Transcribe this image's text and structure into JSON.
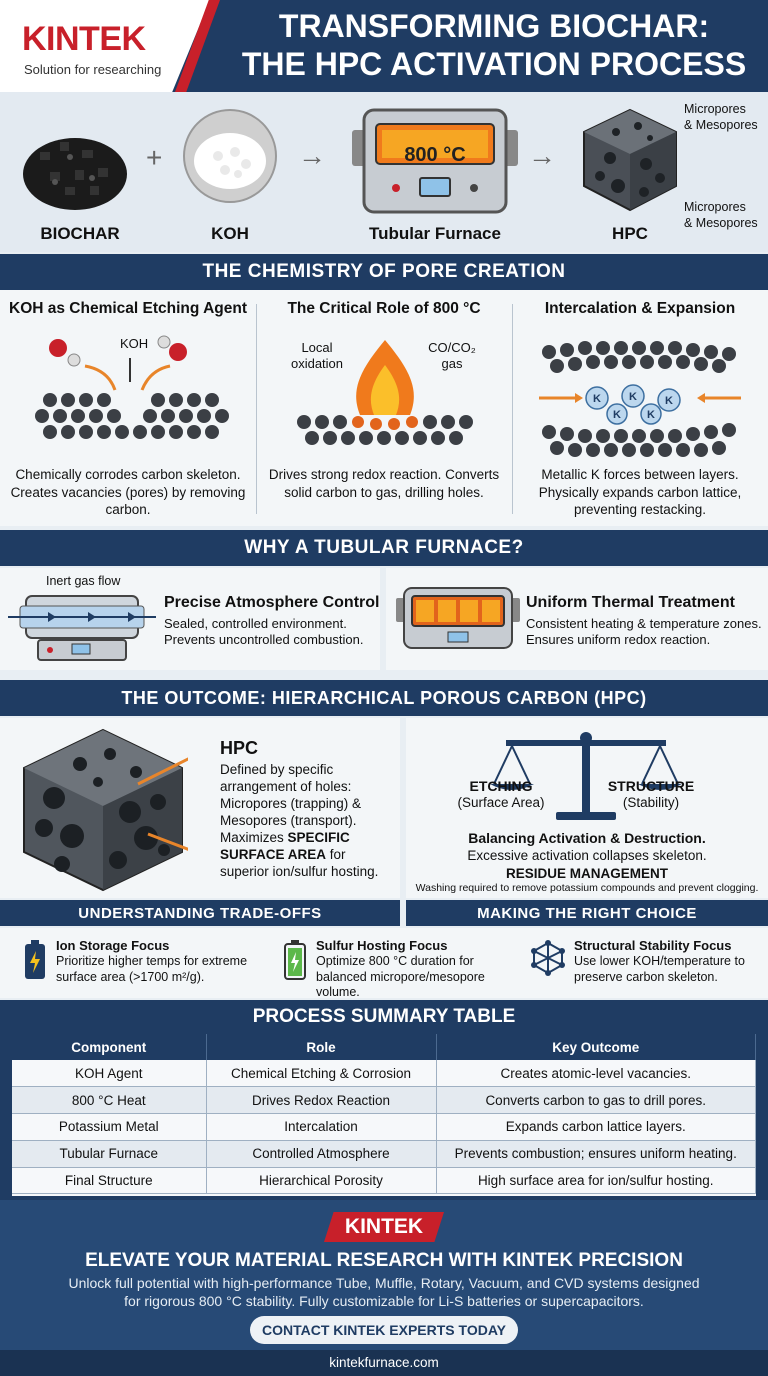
{
  "header": {
    "logo_text": "KINTEK",
    "tagline": "Solution for researching",
    "title_line1": "TRANSFORMING BIOCHAR:",
    "title_line2": "THE HPC ACTIVATION PROCESS"
  },
  "process": {
    "biochar": "BIOCHAR",
    "plus": "+",
    "koh": "KOH",
    "furnace": "Tubular Furnace",
    "furnace_temp": "800 °C",
    "hpc": "HPC",
    "pores_top": "Micropores\n& Mesopores",
    "pores_bottom": "Micropores\n& Mesopores"
  },
  "chemistry": {
    "heading": "THE CHEMISTRY OF PORE CREATION",
    "cols": [
      {
        "title": "KOH as Chemical Etching Agent",
        "tag": "KOH",
        "desc": "Chemically corrodes carbon skeleton. Creates vacancies (pores) by removing carbon."
      },
      {
        "title": "The Critical Role of 800 °C",
        "tag_left": "Local\noxidation",
        "tag_right": "CO/CO₂\ngas",
        "desc": "Drives strong redox reaction. Converts solid carbon to gas, drilling holes."
      },
      {
        "title": "Intercalation & Expansion",
        "desc": "Metallic K forces between layers. Physically expands carbon lattice, preventing restacking."
      }
    ]
  },
  "furnace_section": {
    "heading": "WHY A TUBULAR FURNACE?",
    "left": {
      "tag": "Inert gas flow",
      "title": "Precise Atmosphere Control",
      "desc": "Sealed, controlled environment. Prevents uncontrolled combustion."
    },
    "right": {
      "title": "Uniform Thermal Treatment",
      "desc": "Consistent heating & temperature zones. Ensures uniform redox reaction."
    }
  },
  "outcome": {
    "heading": "THE OUTCOME: HIERARCHICAL POROUS CARBON (HPC)",
    "hpc_title": "HPC",
    "hpc_desc1": "Defined by specific arrangement of holes: Micropores (trapping) & Mesopores (transport).",
    "hpc_desc2_pre": "Maximizes ",
    "hpc_desc2_bold": "SPECIFIC SURFACE AREA",
    "hpc_desc2_post": " for superior ion/sulfur hosting.",
    "etching_title": "ETCHING",
    "etching_sub": "(Surface Area)",
    "structure_title": "STRUCTURE",
    "structure_sub": "(Stability)",
    "balance_title": "Balancing Activation & Destruction.",
    "balance_desc": "Excessive activation collapses skeleton.",
    "residue_title": "RESIDUE MANAGEMENT",
    "residue_desc": "Washing required to remove potassium compounds and prevent clogging."
  },
  "tradeoffs": {
    "left_heading": "UNDERSTANDING TRADE-OFFS",
    "right_heading": "MAKING THE RIGHT CHOICE",
    "items": [
      {
        "icon": "battery-icon",
        "title": "Ion Storage Focus",
        "desc": "Prioritize higher temps for extreme surface area (>1700 m²/g)."
      },
      {
        "icon": "charging-battery-icon",
        "title": "Sulfur Hosting Focus",
        "desc": "Optimize 800 °C duration for balanced micropore/mesopore volume."
      },
      {
        "icon": "molecule-icon",
        "title": "Structural Stability Focus",
        "desc": "Use lower KOH/temperature to preserve carbon skeleton."
      }
    ]
  },
  "table": {
    "heading": "PROCESS SUMMARY TABLE",
    "columns": [
      "Component",
      "Role",
      "Key Outcome"
    ],
    "rows": [
      [
        "KOH Agent",
        "Chemical Etching & Corrosion",
        "Creates atomic-level vacancies."
      ],
      [
        "800 °C Heat",
        "Drives Redox Reaction",
        "Converts carbon to gas to drill pores."
      ],
      [
        "Potassium Metal",
        "Intercalation",
        "Expands carbon lattice layers."
      ],
      [
        "Tubular Furnace",
        "Controlled Atmosphere",
        "Prevents combustion; ensures uniform heating."
      ],
      [
        "Final Structure",
        "Hierarchical Porosity",
        "High surface area for ion/sulfur hosting."
      ]
    ]
  },
  "footer": {
    "logo_text": "KINTEK",
    "headline": "ELEVATE YOUR MATERIAL RESEARCH WITH KINTEK PRECISION",
    "desc": "Unlock full potential with high-performance Tube, Muffle, Rotary, Vacuum, and CVD systems designed for rigorous 800 °C stability. Fully customizable for Li-S batteries or supercapacitors.",
    "cta": "CONTACT KINTEK EXPERTS TODAY",
    "url": "kintekfurnace.com"
  },
  "colors": {
    "navy": "#1f3c63",
    "brand_red": "#c8202a",
    "orange": "#e8852a"
  }
}
